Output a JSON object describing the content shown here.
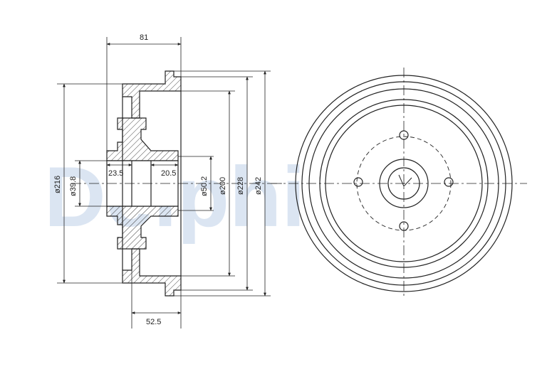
{
  "watermark": "Delphi",
  "dimensions": {
    "width_81": "81",
    "width_52_5": "52.5",
    "bore_23_5": "23.5",
    "bore_20_5": "20.5",
    "dia_216": "ø216",
    "dia_39_8": "ø39.8",
    "dia_50_2": "ø50.2",
    "dia_200": "ø200",
    "dia_228": "ø228",
    "dia_242": "ø242"
  },
  "colors": {
    "line": "#222222",
    "hatch": "#444444",
    "watermark": "#dbe5f2"
  }
}
